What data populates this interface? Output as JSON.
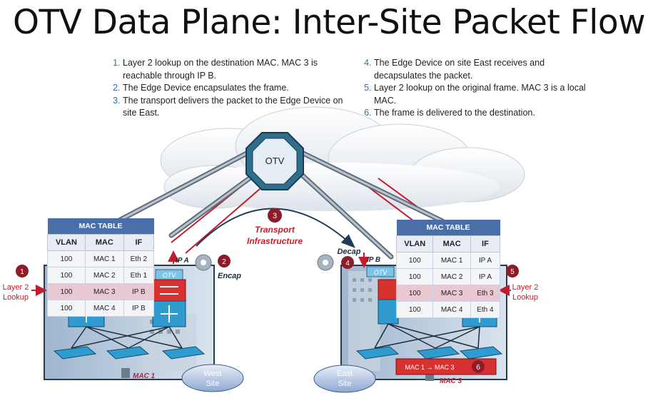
{
  "title": "OTV Data Plane: Inter-Site Packet Flow",
  "steps_left": [
    {
      "num": "1.",
      "text": "Layer 2 lookup on the destination MAC. MAC 3 is reachable through IP B."
    },
    {
      "num": "2.",
      "text": "The Edge Device encapsulates the frame."
    },
    {
      "num": "3.",
      "text": "The transport delivers the packet to the Edge Device on site East."
    }
  ],
  "steps_right": [
    {
      "num": "4.",
      "text": "The Edge Device on site East receives and decapsulates the packet."
    },
    {
      "num": "5.",
      "text": "Layer 2 lookup on the original frame. MAC 3 is a local MAC."
    },
    {
      "num": "6.",
      "text": "The frame is delivered to the destination."
    }
  ],
  "cloud_label": "OTV",
  "transport": {
    "badge": "3",
    "line1": "Transport",
    "line2": "Infrastructure"
  },
  "west": {
    "table_caption": "MAC TABLE",
    "columns": [
      "VLAN",
      "MAC",
      "IF"
    ],
    "rows": [
      [
        "100",
        "MAC 1",
        "Eth 2"
      ],
      [
        "100",
        "MAC 2",
        "Eth 1"
      ],
      [
        "100",
        "MAC 3",
        "IP B"
      ],
      [
        "100",
        "MAC 4",
        "IP B"
      ]
    ],
    "lookup_badge": "1",
    "lookup_line1": "Layer 2",
    "lookup_line2": "Lookup",
    "encap_badge": "2",
    "encap_label": "Encap",
    "ip_label": "IP A",
    "otv_tag": "OTV",
    "host_label": "MAC 1",
    "site_line1": "West",
    "site_line2": "Site"
  },
  "east": {
    "table_caption": "MAC TABLE",
    "columns": [
      "VLAN",
      "MAC",
      "IF"
    ],
    "rows": [
      [
        "100",
        "MAC 1",
        "IP A"
      ],
      [
        "100",
        "MAC 2",
        "IP A"
      ],
      [
        "100",
        "MAC 3",
        "Eth 3"
      ],
      [
        "100",
        "MAC 4",
        "Eth 4"
      ]
    ],
    "lookup_badge": "5",
    "lookup_line1": "Layer 2",
    "lookup_line2": "Lookup",
    "decap_badge": "4",
    "decap_label": "Decap",
    "ip_label": "IP B",
    "otv_tag": "OTV",
    "frame_label": "MAC 1 → MAC 3",
    "deliver_badge": "6",
    "host_label": "MAC 3",
    "site_line1": "East",
    "site_line2": "Site"
  }
}
